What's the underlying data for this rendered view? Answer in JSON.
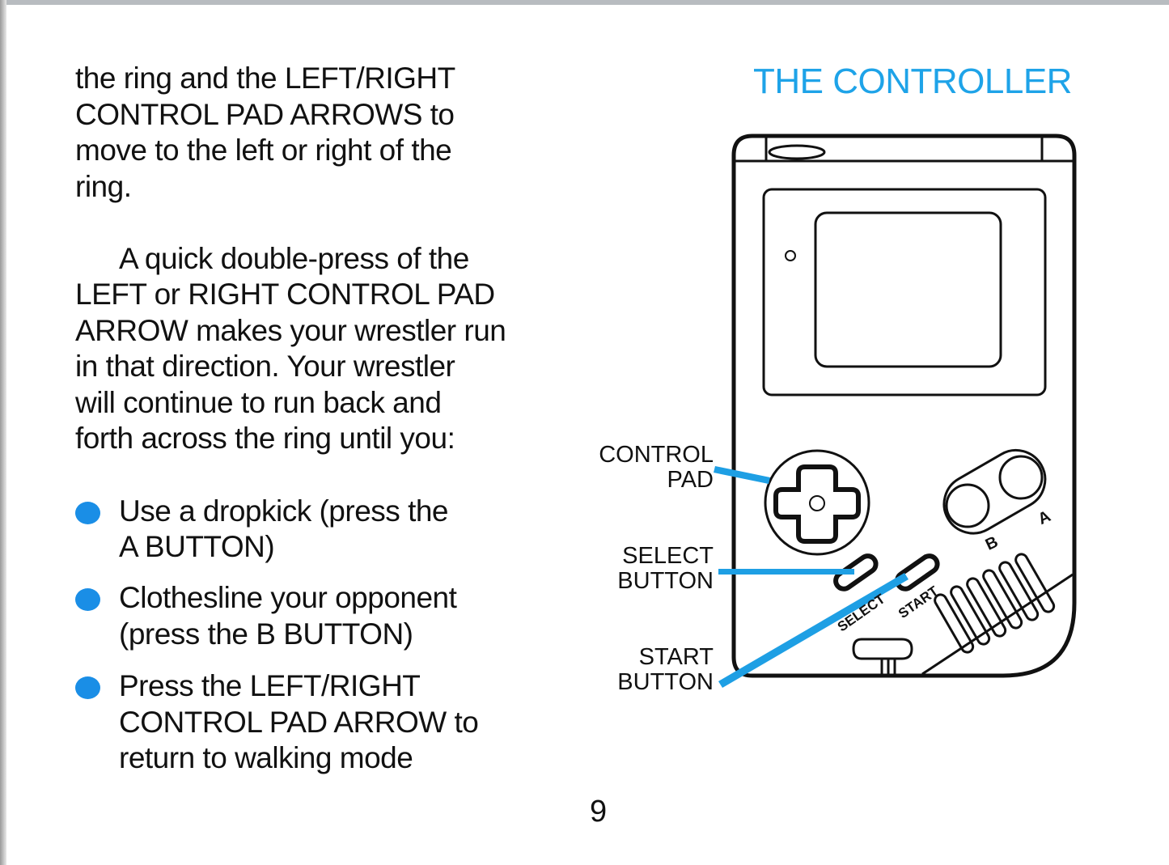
{
  "intro_lines": [
    "the ring and the LEFT/RIGHT",
    "CONTROL PAD ARROWS to",
    "move to the left or right of the",
    "ring."
  ],
  "paragraph_lines": [
    "A quick double-press of the",
    "LEFT or RIGHT CONTROL PAD",
    "ARROW makes your wrestler run",
    "in that direction.  Your wrestler",
    "will continue to run back and",
    "forth across the ring until you:"
  ],
  "bullets": [
    {
      "lines": [
        "Use a dropkick (press the",
        "A BUTTON)"
      ]
    },
    {
      "lines": [
        "Clothesline your opponent",
        "(press the B BUTTON)"
      ]
    },
    {
      "lines": [
        "Press the LEFT/RIGHT",
        "CONTROL PAD ARROW to",
        "return to walking mode"
      ]
    }
  ],
  "controller": {
    "title": "THE CONTROLLER",
    "labels": {
      "control_pad": [
        "CONTROL",
        "PAD"
      ],
      "select_button": [
        "SELECT",
        "BUTTON"
      ],
      "start_button": [
        "START",
        "BUTTON"
      ]
    },
    "button_text": {
      "a": "A",
      "b": "B",
      "select": "SELECT",
      "start": "START"
    }
  },
  "page_number": "9",
  "colors": {
    "accent": "#1ea3e8",
    "bullet": "#1a8ee6"
  }
}
